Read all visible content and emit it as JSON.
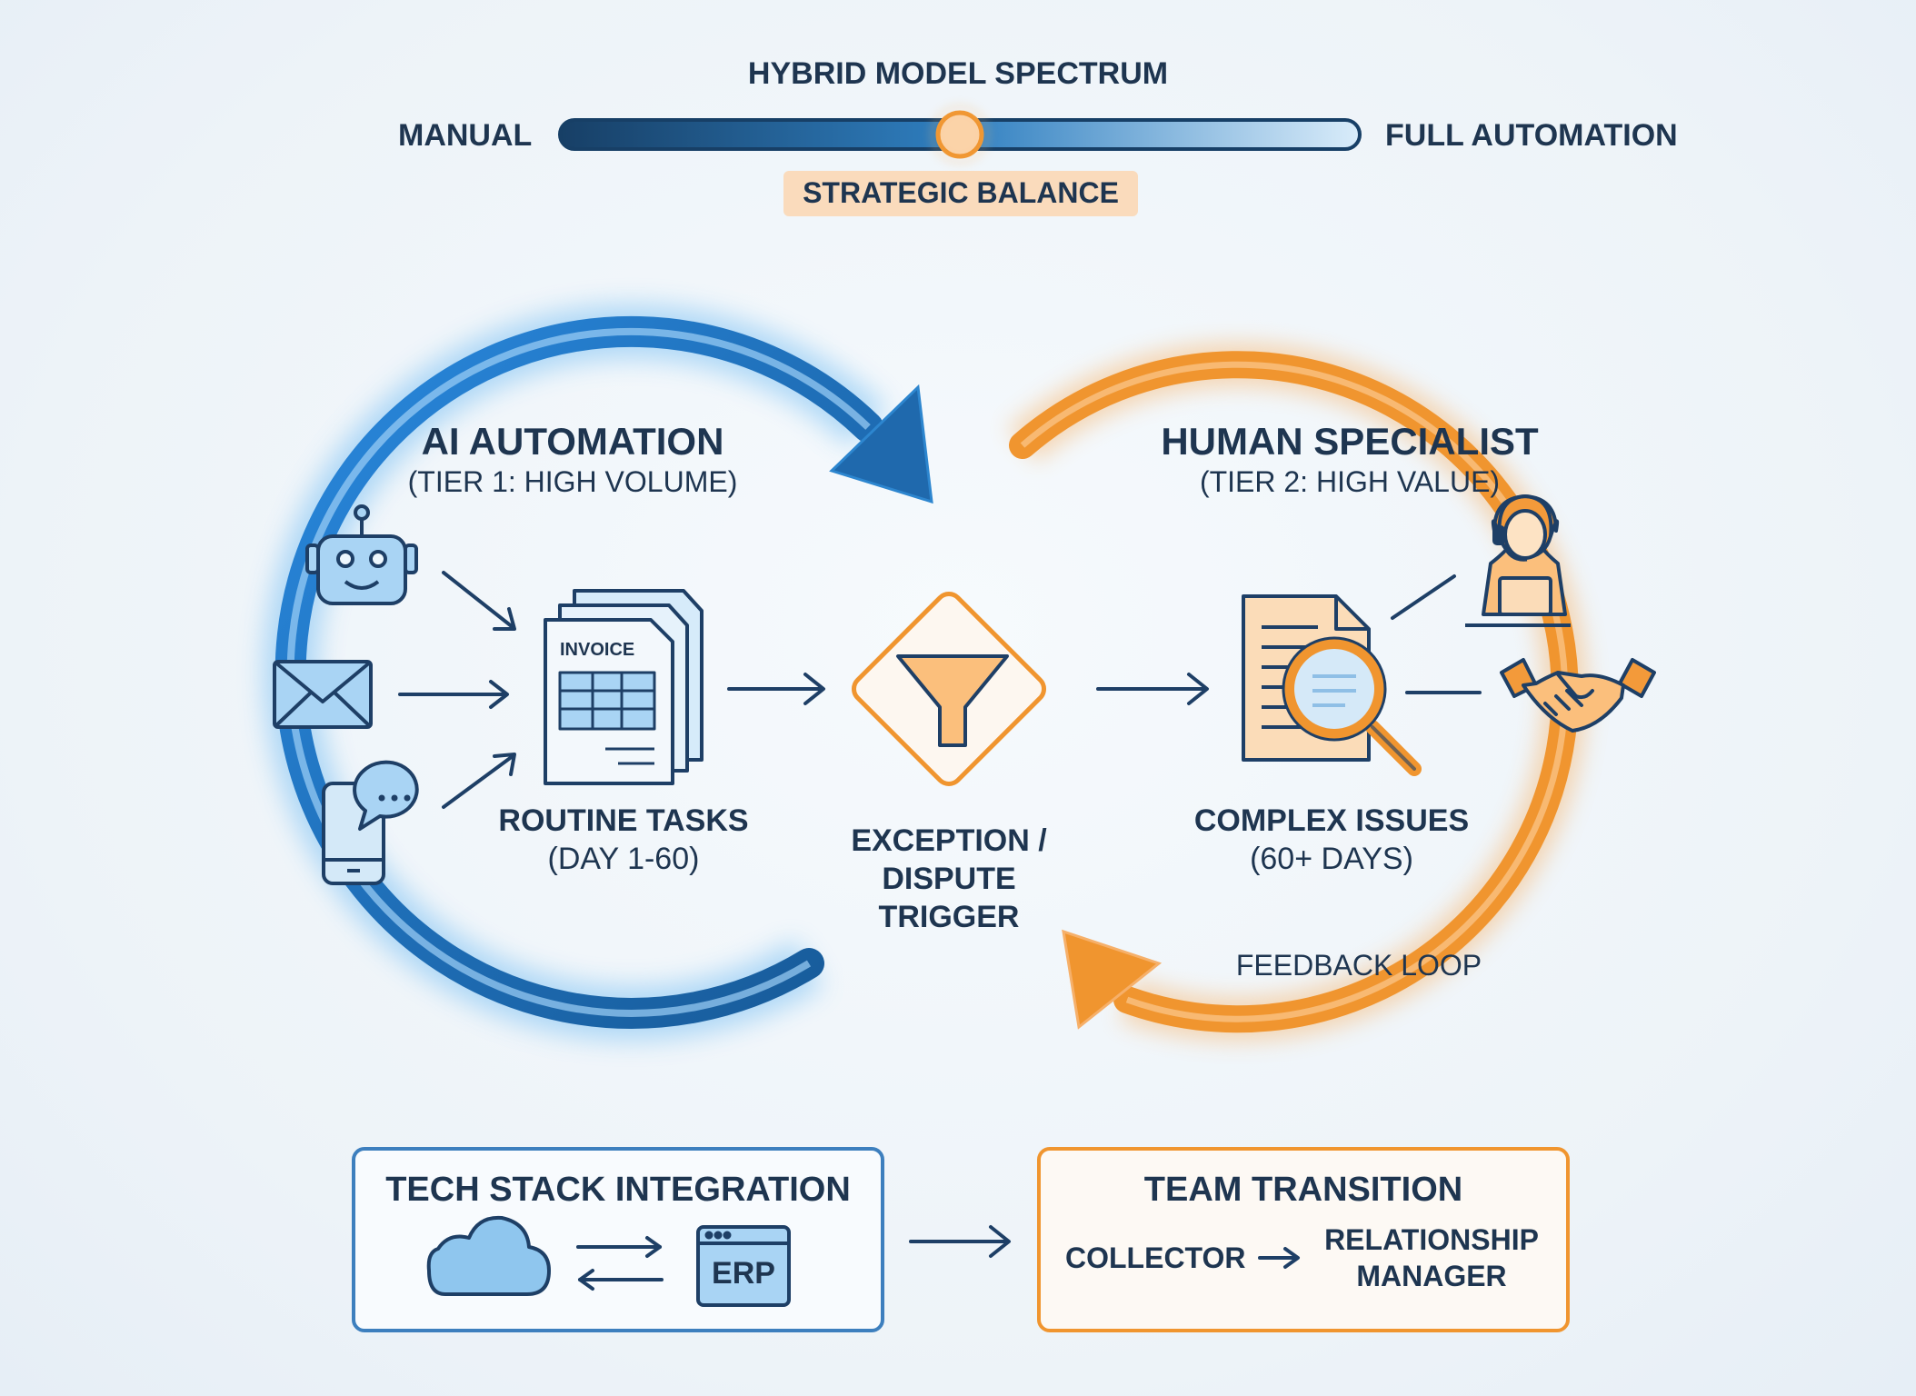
{
  "spectrum": {
    "title": "HYBRID MODEL SPECTRUM",
    "left_label": "MANUAL",
    "right_label": "FULL AUTOMATION",
    "balance_label": "STRATEGIC BALANCE",
    "slider_level_percent": 50
  },
  "ai_side": {
    "title": "AI AUTOMATION",
    "subtitle": "(TIER 1: HIGH VOLUME)",
    "icons": [
      "robot-icon",
      "email-icon",
      "phone-chat-icon"
    ],
    "document_label": "INVOICE",
    "tasks_title": "ROUTINE TASKS",
    "tasks_sub": "(DAY 1-60)"
  },
  "trigger": {
    "line1": "EXCEPTION /",
    "line2": "DISPUTE",
    "line3": "TRIGGER",
    "icon": "funnel-icon"
  },
  "human_side": {
    "title": "HUMAN SPECIALIST",
    "subtitle": "(TIER 2: HIGH VALUE)",
    "icons": [
      "document-search-icon",
      "agent-headset-icon",
      "handshake-icon"
    ],
    "issues_title": "COMPLEX ISSUES",
    "issues_sub": "(60+ DAYS)"
  },
  "feedback_label": "FEEDBACK LOOP",
  "tech_stack": {
    "title": "TECH STACK INTEGRATION",
    "erp_label": "ERP",
    "icons": [
      "cloud-icon",
      "sync-arrows-icon",
      "erp-window-icon"
    ]
  },
  "team": {
    "title": "TEAM TRANSITION",
    "from": "COLLECTOR",
    "to_line1": "RELATIONSHIP",
    "to_line2": "MANAGER"
  },
  "colors": {
    "blue_dark": "#1f5f9a",
    "blue_light": "#4aa3e6",
    "orange": "#f0952f",
    "navy_text": "#1e3550"
  }
}
